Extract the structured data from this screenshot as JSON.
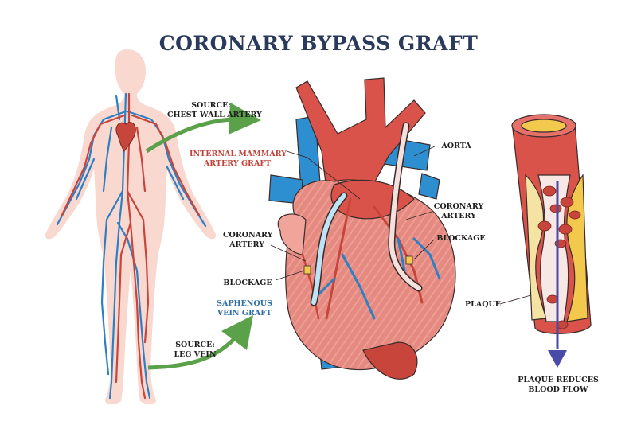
{
  "title": "CORONARY BYPASS GRAFT",
  "labels": {
    "source_chest": [
      "SOURCE:",
      "CHEST WALL ARTERY"
    ],
    "internal_mammary": [
      "INTERNAL MAMMARY",
      "ARTERY GRAFT"
    ],
    "coronary_artery_left": [
      "CORONARY",
      "ARTERY"
    ],
    "blockage_left": [
      "BLOCKAGE"
    ],
    "saphenous": [
      "SAPHENOUS",
      "VEIN GRAFT"
    ],
    "source_leg": [
      "SOURCE:",
      "LEG VEIN"
    ],
    "aorta": [
      "AORTA"
    ],
    "coronary_artery_right": [
      "CORONARY",
      "ARTERY"
    ],
    "blockage_right": [
      "BLOCKAGE"
    ],
    "plaque": [
      "PLAQUE"
    ],
    "plaque_reduces": [
      "PLAQUE REDUCES",
      "BLOOD FLOW"
    ]
  },
  "colors": {
    "title": "#2a3a5c",
    "artery_red": "#c8453c",
    "vein_blue": "#2e7fc4",
    "graft_arrow_green": "#5aa14a",
    "body_skin": "#f9d8cf",
    "plaque_yellow": "#f2c94c",
    "outline": "#3a2a2a"
  }
}
